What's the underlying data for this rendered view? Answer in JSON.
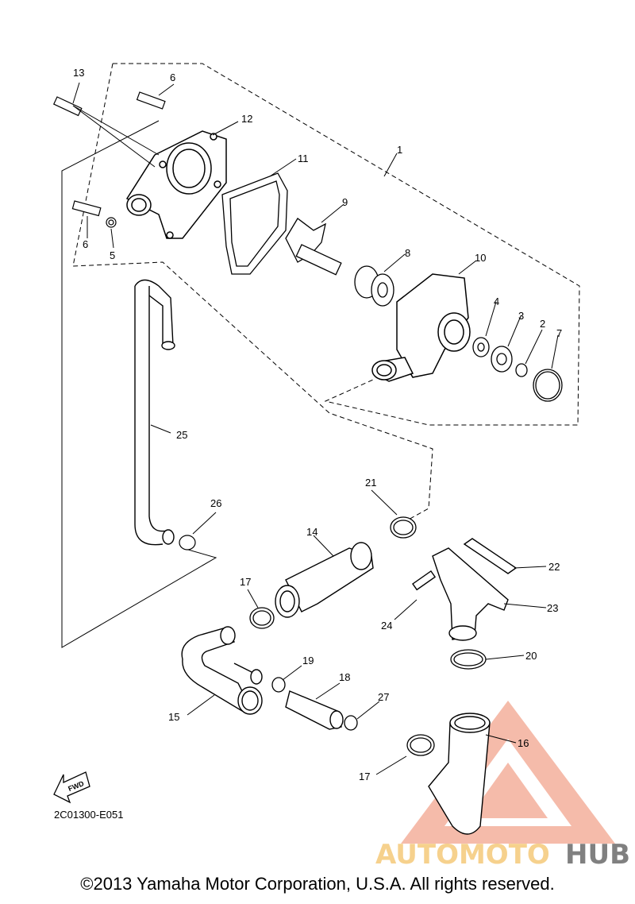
{
  "diagram": {
    "callouts": [
      {
        "id": "c1",
        "text": "1"
      },
      {
        "id": "c2",
        "text": "2"
      },
      {
        "id": "c3",
        "text": "3"
      },
      {
        "id": "c4",
        "text": "4"
      },
      {
        "id": "c5",
        "text": "5"
      },
      {
        "id": "c6a",
        "text": "6"
      },
      {
        "id": "c6b",
        "text": "6"
      },
      {
        "id": "c7",
        "text": "7"
      },
      {
        "id": "c8",
        "text": "8"
      },
      {
        "id": "c9",
        "text": "9"
      },
      {
        "id": "c10",
        "text": "10"
      },
      {
        "id": "c11",
        "text": "11"
      },
      {
        "id": "c12",
        "text": "12"
      },
      {
        "id": "c13",
        "text": "13"
      },
      {
        "id": "c14",
        "text": "14"
      },
      {
        "id": "c15",
        "text": "15"
      },
      {
        "id": "c16",
        "text": "16"
      },
      {
        "id": "c17a",
        "text": "17"
      },
      {
        "id": "c17b",
        "text": "17"
      },
      {
        "id": "c18",
        "text": "18"
      },
      {
        "id": "c19",
        "text": "19"
      },
      {
        "id": "c20",
        "text": "20"
      },
      {
        "id": "c21",
        "text": "21"
      },
      {
        "id": "c22",
        "text": "22"
      },
      {
        "id": "c23",
        "text": "23"
      },
      {
        "id": "c24",
        "text": "24"
      },
      {
        "id": "c25",
        "text": "25"
      },
      {
        "id": "c26",
        "text": "26"
      },
      {
        "id": "c27",
        "text": "27"
      }
    ],
    "fwd_label": "FWD",
    "drawing_code": "2C01300-E051",
    "copyright": "©2013 Yamaha Motor Corporation, U.S.A. All rights reserved."
  },
  "watermark": {
    "part1": "AUTOMOTO",
    "part2": "HUB",
    "color_primary": "#f2a58e",
    "color_secondary": "#f5c97a",
    "color_dark": "#6b6b6b"
  }
}
